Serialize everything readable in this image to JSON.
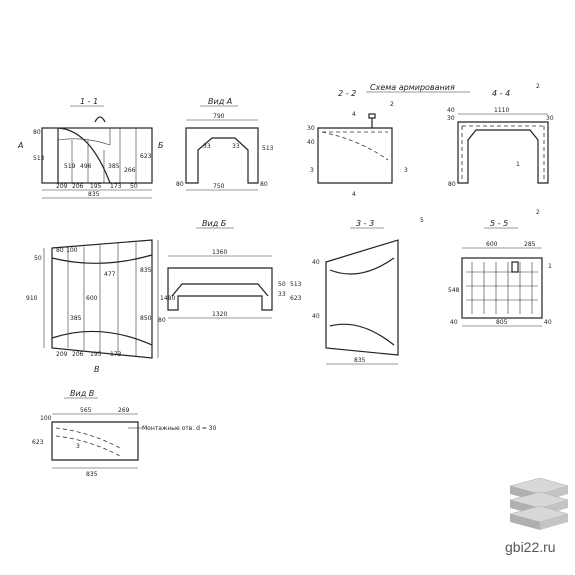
{
  "labels": {
    "s11": "1 - 1",
    "vidA": "Вид А",
    "s22": "2 - 2",
    "scheme": "Схема армирования",
    "s44": "4 - 4",
    "vidB": "Вид Б",
    "s33": "3 - 3",
    "s55": "5 - 5",
    "vidV": "Вид В",
    "montage": "Монтажные отв. d = 30",
    "brand": "gbi22.ru"
  },
  "dims": {
    "d1_80": "80",
    "d1_513": "513",
    "d1_623": "623",
    "d1_835": "835",
    "d1_209": "209",
    "d1_206": "206",
    "d1_195": "195",
    "d1_173": "173",
    "d1_50": "50",
    "d1_519": "519",
    "d1_496": "496",
    "d1_385": "385",
    "d1_266": "266",
    "d1_A": "А",
    "d1_B": "Б",
    "dA_790": "790",
    "dA_750": "750",
    "dA_80a": "80",
    "dA_80b": "80",
    "dA_513": "513",
    "dA_33a": "33",
    "dA_33b": "33",
    "d2_30": "30",
    "d2_40": "40",
    "d2_4a": "4",
    "d2_4b": "4",
    "d2_2": "2",
    "d2_3a": "3",
    "d2_3b": "3",
    "d4_1110": "1110",
    "d4_40": "40",
    "d4_30a": "30",
    "d4_30b": "30",
    "d4_80": "80",
    "d4_2a": "2",
    "d4_2b": "2",
    "d4_1": "1",
    "dBl_80": "80",
    "dBl_100": "100",
    "dBl_50": "50",
    "dBl_1480": "1480",
    "dBl_835": "835",
    "dBl_850": "850",
    "dBl_209": "209",
    "dBl_206": "206",
    "dBl_195": "195",
    "dBl_173": "173",
    "dBl_B": "В",
    "dBl_910": "910",
    "dBl_600": "600",
    "dBl_477": "477",
    "dBl_385": "385",
    "dB_1360": "1360",
    "dB_1320": "1320",
    "dB_80": "80",
    "dB_50": "50",
    "dB_33": "33",
    "dB_513": "513",
    "dB_623": "623",
    "d3_40a": "40",
    "d3_40b": "40",
    "d3_835": "835",
    "d3_5": "5",
    "d5_600": "600",
    "d5_285": "285",
    "d5_805": "805",
    "d5_40a": "40",
    "d5_40b": "40",
    "d5_548": "548",
    "d5_1": "1",
    "dV_565": "565",
    "dV_269": "269",
    "dV_835": "835",
    "dV_623": "623",
    "dV_100": "100",
    "dV_3": "3"
  }
}
